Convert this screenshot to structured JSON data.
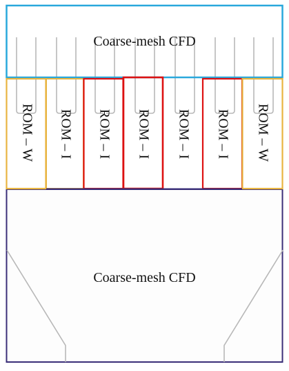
{
  "diagram": {
    "top_region": {
      "label": "Coarse-mesh CFD",
      "border_color": "#29a8dc"
    },
    "bottom_region": {
      "label": "Coarse-mesh CFD",
      "border_color": "#3a2e78"
    },
    "rom_columns": [
      {
        "label": "ROM – W",
        "border_color": "#e8b440"
      },
      {
        "label": "ROM – I",
        "border_color": "#e8b440"
      },
      {
        "label": "ROM – I",
        "border_color": "#dd1111"
      },
      {
        "label": "ROM – I",
        "border_color": "#dd1111"
      },
      {
        "label": "ROM – I",
        "border_color": "#dd1111"
      },
      {
        "label": "ROM – I",
        "border_color": "#dd1111"
      },
      {
        "label": "ROM – W",
        "border_color": "#e8b440"
      }
    ],
    "geometry_line_color": "#b8b8b8"
  }
}
